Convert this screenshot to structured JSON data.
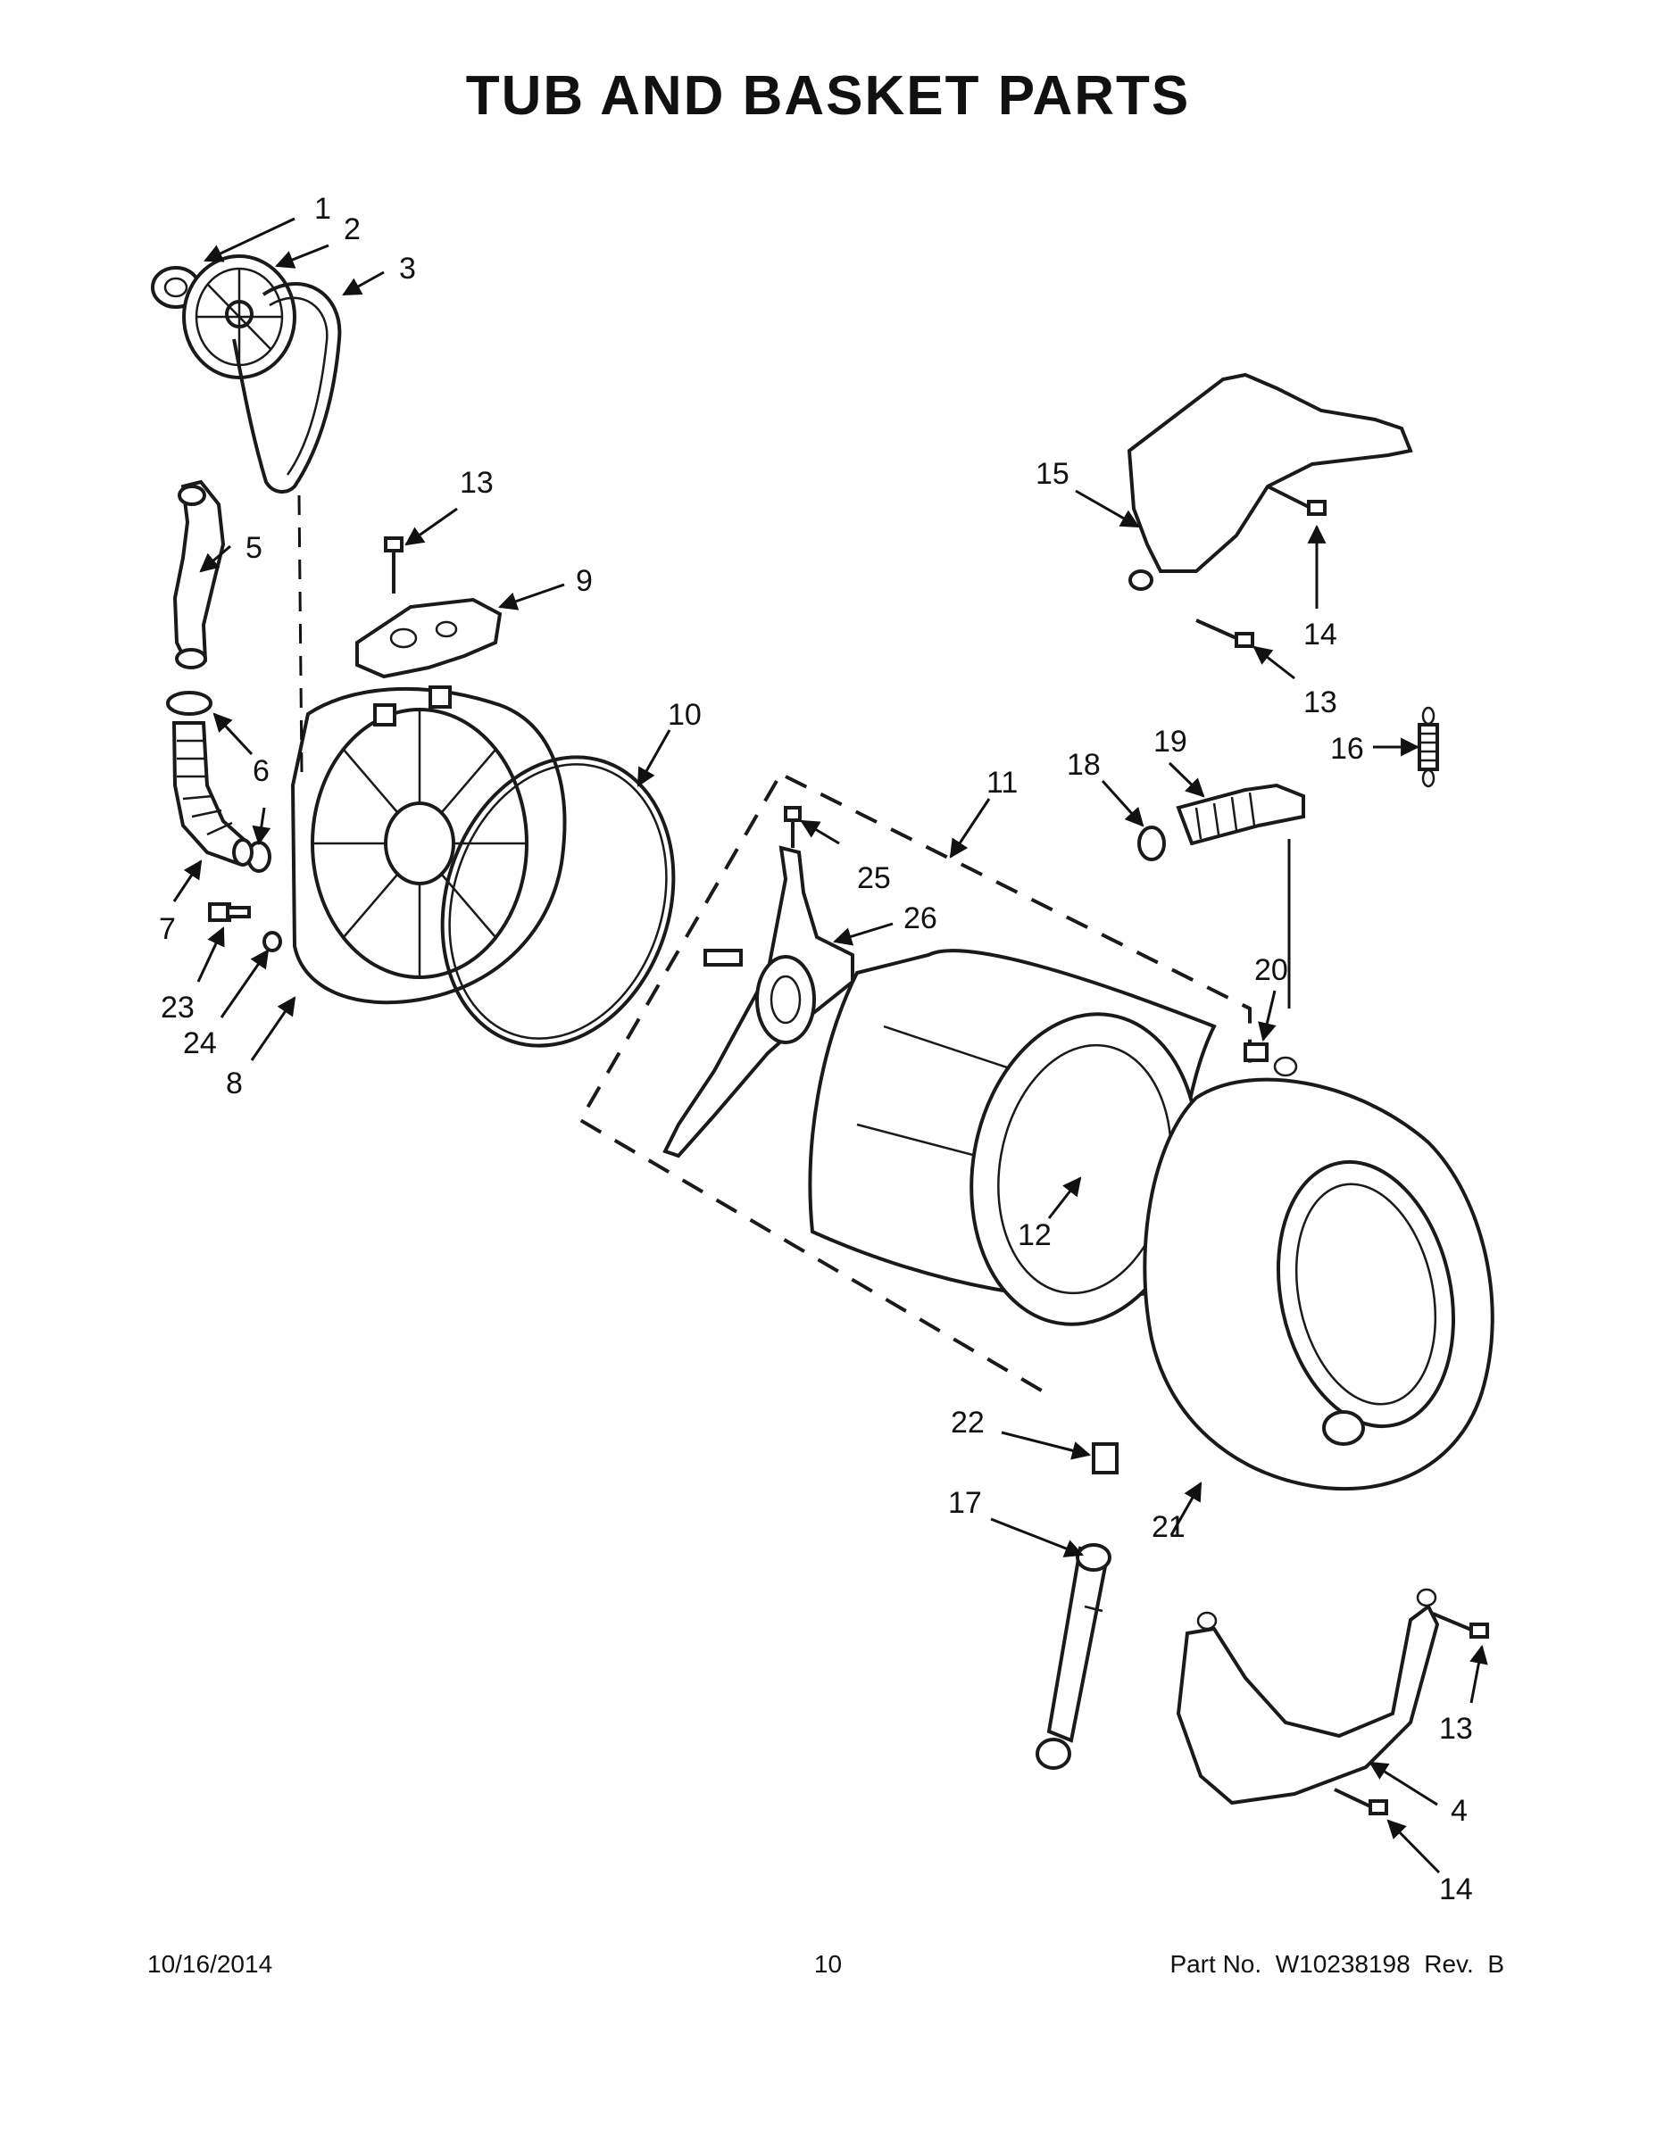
{
  "title": "TUB AND BASKET PARTS",
  "footer": {
    "date": "10/16/2014",
    "page": "10",
    "part": "Part No.  W10238198  Rev.  B"
  },
  "callouts": {
    "c1": "1",
    "c2": "2",
    "c3": "3",
    "c4": "4",
    "c5": "5",
    "c6": "6",
    "c7": "7",
    "c8": "8",
    "c9": "9",
    "c10": "10",
    "c11": "11",
    "c12": "12",
    "c13": "13",
    "c14": "14",
    "c15": "15",
    "c16": "16",
    "c17": "17",
    "c18": "18",
    "c19": "19",
    "c20": "20",
    "c21": "21",
    "c22": "22",
    "c23": "23",
    "c24": "24",
    "c25": "25",
    "c26": "26"
  }
}
